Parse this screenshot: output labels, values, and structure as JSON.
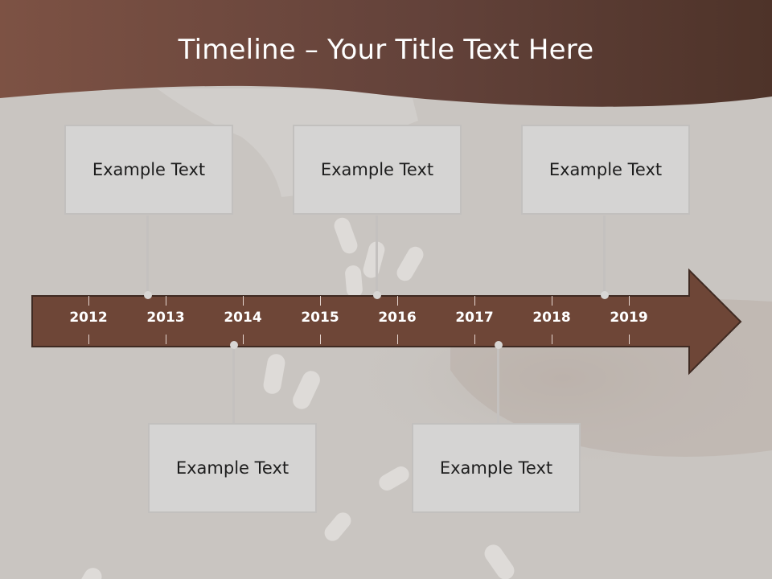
{
  "slide": {
    "title": "Timeline – Your Title Text Here"
  },
  "timeline": {
    "years": [
      "2012",
      "2013",
      "2014",
      "2015",
      "2016",
      "2017",
      "2018",
      "2019"
    ],
    "top_events": [
      {
        "text": "Example Text"
      },
      {
        "text": "Example Text"
      },
      {
        "text": "Example Text"
      }
    ],
    "bottom_events": [
      {
        "text": "Example Text"
      },
      {
        "text": "Example Text"
      }
    ]
  },
  "colors": {
    "header": "#5b3b30",
    "arrow": "#6e4637",
    "background": "#c9c5c1",
    "box": "#d5d4d3"
  }
}
